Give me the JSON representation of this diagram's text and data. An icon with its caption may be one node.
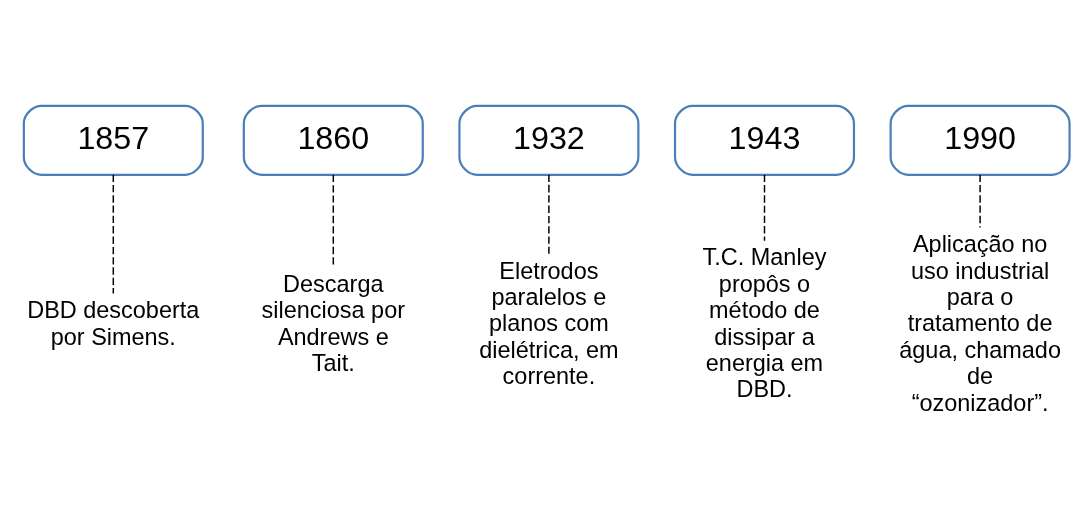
{
  "diagram": {
    "nodes": [
      {
        "text": [
          "1857"
        ]
      },
      {
        "text": [
          "1860"
        ]
      },
      {
        "text": [
          "1932"
        ]
      },
      {
        "text": [
          "1943"
        ]
      },
      {
        "text": [
          "1990"
        ]
      },
      {
        "text": [
          "DBD descoberta por Simens."
        ]
      },
      {
        "text": [
          "Descarga silenciosa por Andrews e Tait."
        ]
      },
      {
        "text": [
          "Eletrodos paralelos e planos com dielétrica, em corrente."
        ]
      },
      {
        "text": [
          "T.C. Manley propôs o método de dissipar a energia em DBD."
        ]
      },
      {
        "text": [
          "Aplicação no uso industrial para o tratamento de água, chamado de “ozonizador”."
        ]
      }
    ],
    "edges": [
      {
        "from": 0,
        "to": 5,
        "arrow": "none",
        "style": "dashed"
      },
      {
        "from": 1,
        "to": 6,
        "arrow": "none",
        "style": "dashed"
      },
      {
        "from": 2,
        "to": 7,
        "arrow": "none",
        "style": "dashed"
      },
      {
        "from": 3,
        "to": 8,
        "arrow": "none",
        "style": "dashed"
      },
      {
        "from": 4,
        "to": 9,
        "arrow": "none",
        "style": "dashed"
      }
    ]
  }
}
